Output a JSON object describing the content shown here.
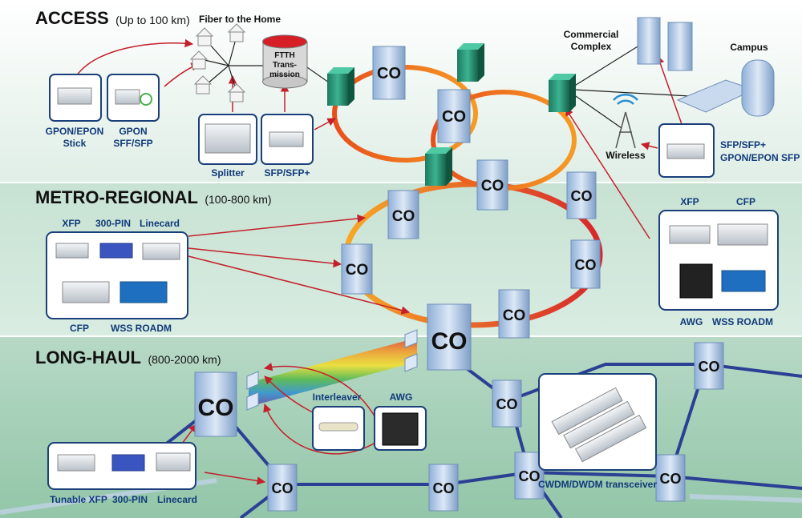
{
  "sections": {
    "access": {
      "title": "ACCESS",
      "range": "(Up to 100 km)"
    },
    "metro": {
      "title": "METRO-REGIONAL",
      "range": "(100-800 km)"
    },
    "longhaul": {
      "title": "LONG-HAUL",
      "range": "(800-2000 km)"
    }
  },
  "co_label": "CO",
  "labels": {
    "fiber_home": "Fiber to the Home",
    "ftth_1": "FTTH",
    "ftth_2": "Trans-",
    "ftth_3": "mission",
    "gpon_stick_1": "GPON/EPON",
    "gpon_stick_2": "Stick",
    "gpon_sfp_1": "GPON",
    "gpon_sfp_2": "SFF/SFP",
    "splitter": "Splitter",
    "sfp_plus": "SFP/SFP+",
    "commercial_1": "Commercial",
    "commercial_2": "Complex",
    "campus": "Campus",
    "wireless": "Wireless",
    "sfp_right_1": "SFP/SFP+",
    "sfp_right_2": "GPON/EPON SFP",
    "metro_xfp": "XFP",
    "metro_300pin": "300-PIN",
    "metro_linecard": "Linecard",
    "metro_cfp": "CFP",
    "metro_wss": "WSS ROADM",
    "right_xfp": "XFP",
    "right_cfp": "CFP",
    "right_awg": "AWG",
    "right_wss": "WSS ROADM",
    "interleaver": "Interleaver",
    "awg": "AWG",
    "tunable_xfp": "Tunable XFP",
    "lh_300pin": "300-PIN",
    "lh_linecard": "Linecard",
    "cwdm": "CWDM/DWDM transceiver"
  },
  "colors": {
    "access_ring": "#e2571d",
    "metro_ring": "#f19a25",
    "longhaul_link": "#2b3f94",
    "arrow": "#c4202b",
    "panel_border": "#1b3f7a",
    "label": "#103a7a"
  }
}
